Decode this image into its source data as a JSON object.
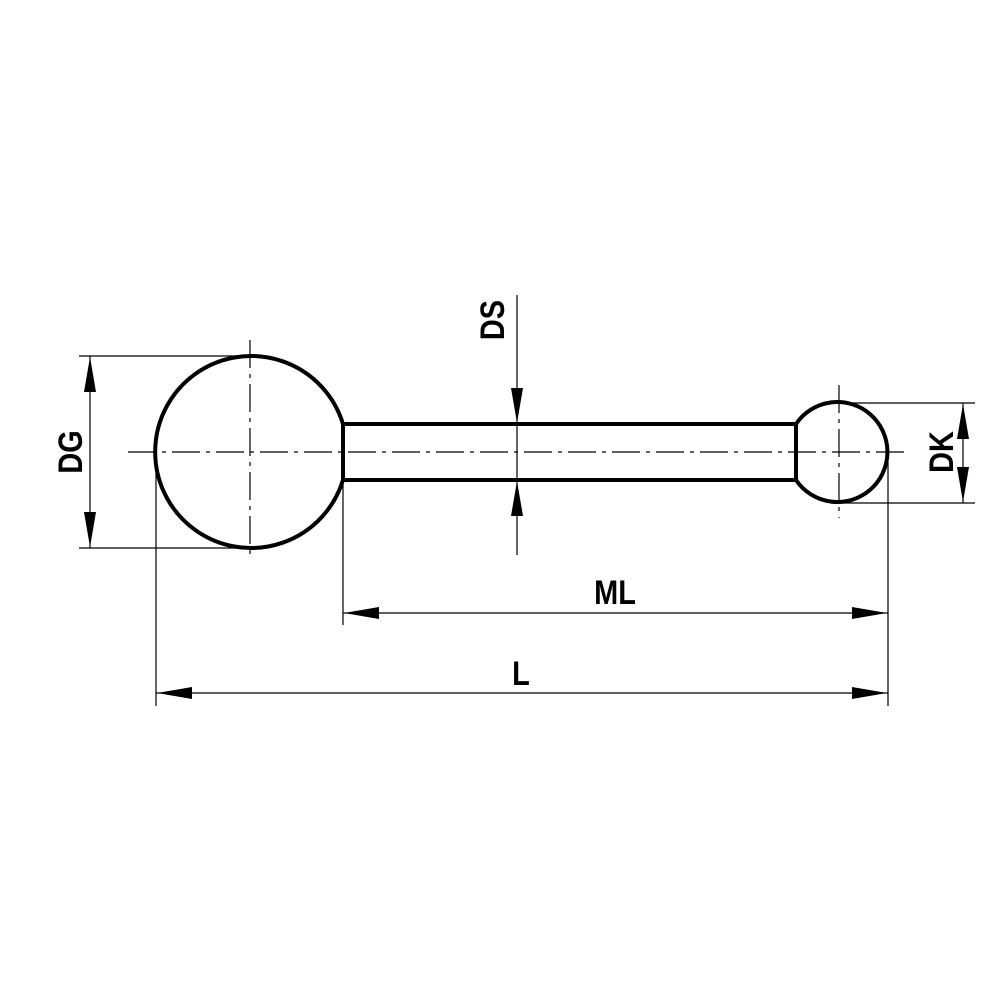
{
  "drawing": {
    "labels": {
      "dg": "DG",
      "ds": "DS",
      "dk": "DK",
      "ml": "ML",
      "l": "L"
    },
    "line_color": "#000000",
    "background": "#ffffff"
  }
}
